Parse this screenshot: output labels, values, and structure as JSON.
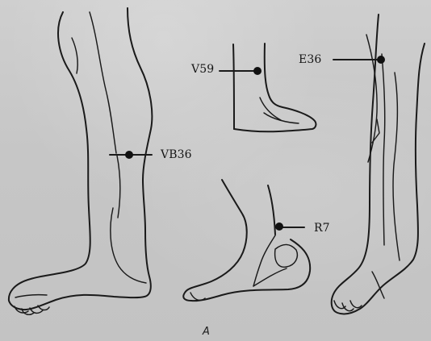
{
  "labels": {
    "vb36": "VB36",
    "v59": "V59",
    "e36": "E36",
    "r7": "R7",
    "caption": "A"
  }
}
